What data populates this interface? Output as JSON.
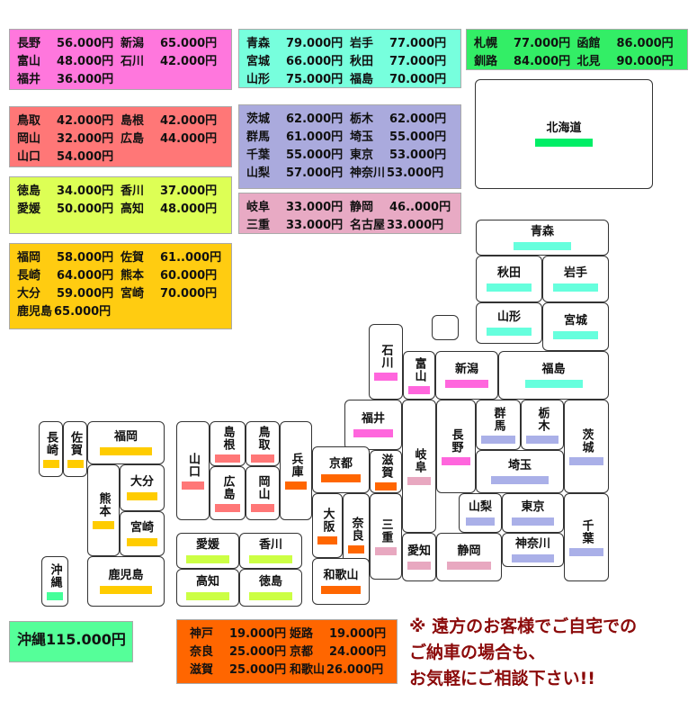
{
  "price_boxes": [
    {
      "id": "chubu-north",
      "color": "#ff77dd",
      "rows": [
        [
          {
            "name": "長野",
            "price": "56.000円"
          },
          {
            "name": "新潟",
            "price": "65.000円"
          }
        ],
        [
          {
            "name": "富山",
            "price": "48.000円"
          },
          {
            "name": "石川",
            "price": "42.000円"
          }
        ],
        [
          {
            "name": "福井",
            "price": "36.000円"
          }
        ]
      ]
    },
    {
      "id": "tohoku",
      "color": "#77ffdd",
      "rows": [
        [
          {
            "name": "青森",
            "price": "79.000円"
          },
          {
            "name": "岩手",
            "price": "77.000円"
          }
        ],
        [
          {
            "name": "宮城",
            "price": "66.000円"
          },
          {
            "name": "秋田",
            "price": "77.000円"
          }
        ],
        [
          {
            "name": "山形",
            "price": "75.000円"
          },
          {
            "name": "福島",
            "price": "70.000円"
          }
        ]
      ]
    },
    {
      "id": "hokkaido",
      "color": "#33ee66",
      "rows": [
        [
          {
            "name": "札幌",
            "price": "77.000円"
          },
          {
            "name": "函館",
            "price": "86.000円"
          }
        ],
        [
          {
            "name": "釧路",
            "price": "84.000円"
          },
          {
            "name": "北見",
            "price": "90.000円"
          }
        ]
      ]
    },
    {
      "id": "chugoku",
      "color": "#ff7777",
      "rows": [
        [
          {
            "name": "鳥取",
            "price": "42.000円"
          },
          {
            "name": "島根",
            "price": "42.000円"
          }
        ],
        [
          {
            "name": "岡山",
            "price": "32.000円"
          },
          {
            "name": "広島",
            "price": "44.000円"
          }
        ],
        [
          {
            "name": "山口",
            "price": "54.000円"
          }
        ]
      ]
    },
    {
      "id": "kanto",
      "color": "#aaaadd",
      "rows": [
        [
          {
            "name": "茨城",
            "price": "62.000円"
          },
          {
            "name": "栃木",
            "price": "62.000円"
          }
        ],
        [
          {
            "name": "群馬",
            "price": "61.000円"
          },
          {
            "name": "埼玉",
            "price": "55.000円"
          }
        ],
        [
          {
            "name": "千葉",
            "price": "55.000円"
          },
          {
            "name": "東京",
            "price": "53.000円"
          }
        ],
        [
          {
            "name": "山梨",
            "price": "57.000円"
          },
          {
            "name": "神奈川",
            "price": "53.000円"
          }
        ]
      ]
    },
    {
      "id": "shikoku",
      "color": "#ddff55",
      "rows": [
        [
          {
            "name": "徳島",
            "price": "34.000円"
          },
          {
            "name": "香川",
            "price": "37.000円"
          }
        ],
        [
          {
            "name": "愛媛",
            "price": "50.000円"
          },
          {
            "name": "高知",
            "price": "48.000円"
          }
        ]
      ]
    },
    {
      "id": "tokai",
      "color": "#e8aac4",
      "rows": [
        [
          {
            "name": "岐阜",
            "price": "33.000円"
          },
          {
            "name": "静岡",
            "price": "46..000円"
          }
        ],
        [
          {
            "name": "三重",
            "price": "33.000円"
          },
          {
            "name": "名古屋",
            "price": "33.000円"
          }
        ]
      ]
    },
    {
      "id": "kyushu",
      "color": "#ffcc11",
      "rows": [
        [
          {
            "name": "福岡",
            "price": "58.000円"
          },
          {
            "name": "佐賀",
            "price": "61..000円"
          }
        ],
        [
          {
            "name": "長崎",
            "price": "64.000円"
          },
          {
            "name": "熊本",
            "price": "60.000円"
          }
        ],
        [
          {
            "name": "大分",
            "price": "59.000円"
          },
          {
            "name": "宮崎",
            "price": "70.000円"
          }
        ],
        [
          {
            "name": "鹿児島",
            "price": "65.000円"
          }
        ]
      ]
    },
    {
      "id": "okinawa",
      "color": "#55ff99",
      "rows": [
        [
          {
            "name": "沖縄",
            "price": "115.000円"
          }
        ]
      ]
    },
    {
      "id": "kinki",
      "color": "#ff6600",
      "rows": [
        [
          {
            "name": "神戸",
            "price": "19.000円"
          },
          {
            "name": "姫路",
            "price": "19.000円"
          }
        ],
        [
          {
            "name": "奈良",
            "price": "25.000円"
          },
          {
            "name": "京都",
            "price": "24.000円"
          }
        ],
        [
          {
            "name": "滋賀",
            "price": "25.000円"
          },
          {
            "name": "和歌山",
            "price": "26.000円"
          }
        ]
      ]
    }
  ],
  "region_colors": {
    "hokkaido": "#00ee66",
    "tohoku": "#66ffdd",
    "kanto": "#aab0e8",
    "chubu": "#ff66dd",
    "tokai": "#e8a8c0",
    "kinki": "#ff6600",
    "chugoku": "#ff7777",
    "shikoku": "#ccff44",
    "kyushu": "#ffcc00",
    "okinawa": "#44ff99"
  },
  "map": {
    "hokkaido": "北海道",
    "aomori": "青森",
    "akita": "秋田",
    "iwate": "岩手",
    "yamagata": "山形",
    "miyagi": "宮城",
    "ishikawa": "石川",
    "toyama": "富山",
    "niigata": "新潟",
    "fukushima": "福島",
    "fukui": "福井",
    "gifu": "岐阜",
    "nagano": "長野",
    "gunma": "群馬",
    "tochigi": "栃木",
    "ibaraki": "茨城",
    "saitama": "埼玉",
    "chiba": "千葉",
    "yamanashi": "山梨",
    "tokyo": "東京",
    "kanagawa": "神奈川",
    "shizuoka": "静岡",
    "aichi": "愛知",
    "mie": "三重",
    "shiga": "滋賀",
    "kyoto": "京都",
    "hyogo": "兵庫",
    "osaka": "大阪",
    "nara": "奈良",
    "wakayama": "和歌山",
    "tottori": "鳥取",
    "shimane": "島根",
    "yamaguchi": "山口",
    "hiroshima": "広島",
    "okayama": "岡山",
    "ehime": "愛媛",
    "kagawa": "香川",
    "kochi": "高知",
    "tokushima": "徳島",
    "nagasaki": "長崎",
    "saga": "佐賀",
    "fukuoka": "福岡",
    "kumamoto": "熊本",
    "oita": "大分",
    "miyazaki": "宮崎",
    "kagoshima": "鹿児島",
    "okinawa": "沖縄"
  },
  "note": {
    "line1": "※ 遠方のお客様でご自宅での",
    "line2": "ご納車の場合も、",
    "line3": "お気軽にご相談下さい!!"
  }
}
